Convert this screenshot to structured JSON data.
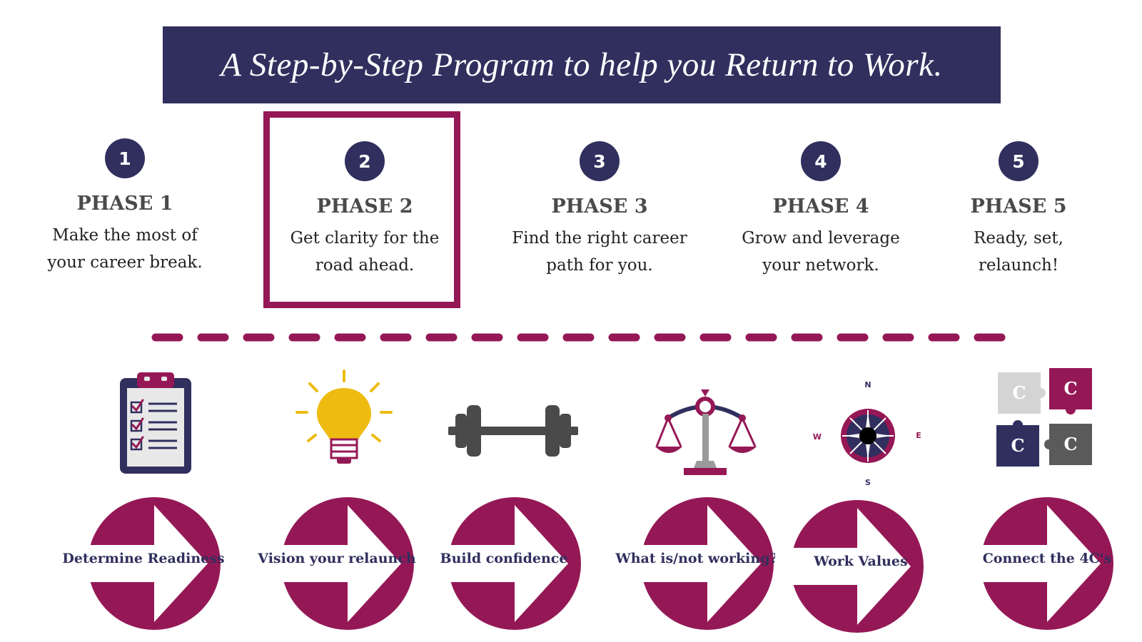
{
  "banner": {
    "title": "A Step-by-Step Program to help you Return to Work."
  },
  "phases": [
    {
      "number": "1",
      "label": "PHASE 1",
      "desc_line1": "Make the most of",
      "desc_line2": "your career break."
    },
    {
      "number": "2",
      "label": "PHASE 2",
      "desc_line1": "Get clarity for the",
      "desc_line2": "road ahead."
    },
    {
      "number": "3",
      "label": "PHASE 3",
      "desc_line1": "Find the right career",
      "desc_line2": "path for you."
    },
    {
      "number": "4",
      "label": "PHASE 4",
      "desc_line1": "Grow and leverage",
      "desc_line2": "your network."
    },
    {
      "number": "5",
      "label": "PHASE 5",
      "desc_line1": "Ready, set,",
      "desc_line2": "relaunch!"
    }
  ],
  "steps": [
    {
      "label": "Determine Readiness"
    },
    {
      "label": "Vision your relaunch"
    },
    {
      "label": "Build confidence"
    },
    {
      "label": "What is/not working?"
    },
    {
      "label": "Work Values"
    },
    {
      "label": "Connect the 4C's"
    }
  ],
  "compass": {
    "n": "N",
    "s": "S",
    "e": "E",
    "w": "W"
  },
  "puzzle": {
    "piece1": "C",
    "piece2": "C",
    "piece3": "C",
    "piece4": "C"
  },
  "icons": [
    "clipboard-checklist-icon",
    "lightbulb-icon",
    "dumbbell-icon",
    "balance-scale-icon",
    "compass-icon",
    "puzzle-icon"
  ],
  "colors": {
    "navy": "#302f5e",
    "magenta": "#951856",
    "gray": "#4a4a4a",
    "yellow": "#eebb11"
  }
}
